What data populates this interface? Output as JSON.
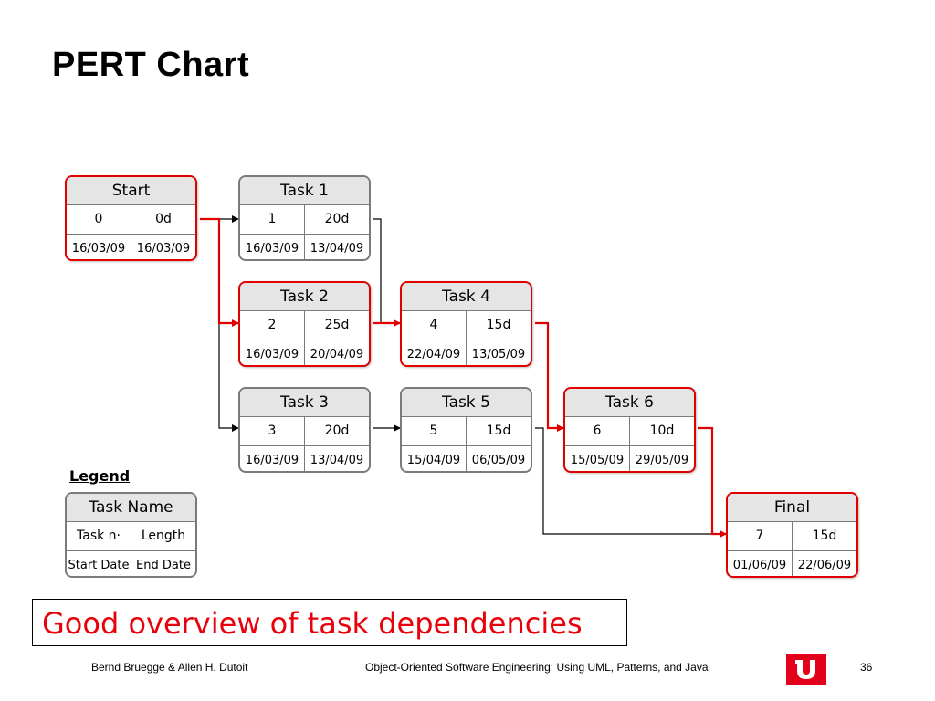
{
  "slide": {
    "title": "PERT Chart",
    "callout": "Good overview of task dependencies",
    "footer_left": "Bernd Bruegge & Allen H. Dutoit",
    "footer_center": "Object-Oriented Software Engineering: Using UML, Patterns, and Java",
    "page_number": "36"
  },
  "colors": {
    "critical": "#e10000",
    "normal": "#7a7a7a",
    "header_fill": "#e5e5e5",
    "callout_text": "#e8000b",
    "logo": "#e2001a"
  },
  "tasks": {
    "start": {
      "name": "Start",
      "num": "0",
      "length": "0d",
      "start": "16/03/09",
      "end": "16/03/09",
      "critical": true
    },
    "task1": {
      "name": "Task 1",
      "num": "1",
      "length": "20d",
      "start": "16/03/09",
      "end": "13/04/09",
      "critical": false
    },
    "task2": {
      "name": "Task 2",
      "num": "2",
      "length": "25d",
      "start": "16/03/09",
      "end": "20/04/09",
      "critical": true
    },
    "task3": {
      "name": "Task 3",
      "num": "3",
      "length": "20d",
      "start": "16/03/09",
      "end": "13/04/09",
      "critical": false
    },
    "task4": {
      "name": "Task 4",
      "num": "4",
      "length": "15d",
      "start": "22/04/09",
      "end": "13/05/09",
      "critical": true
    },
    "task5": {
      "name": "Task 5",
      "num": "5",
      "length": "15d",
      "start": "15/04/09",
      "end": "06/05/09",
      "critical": false
    },
    "task6": {
      "name": "Task 6",
      "num": "6",
      "length": "10d",
      "start": "15/05/09",
      "end": "29/05/09",
      "critical": true
    },
    "final": {
      "name": "Final",
      "num": "7",
      "length": "15d",
      "start": "01/06/09",
      "end": "22/06/09",
      "critical": true
    }
  },
  "legend": {
    "title": "Legend",
    "name": "Task Name",
    "num": "Task n·",
    "length": "Length",
    "start": "Start Date",
    "end": "End Date"
  },
  "dependencies": [
    {
      "from": "Start",
      "to": "Task 1",
      "critical": false
    },
    {
      "from": "Start",
      "to": "Task 2",
      "critical": true
    },
    {
      "from": "Start",
      "to": "Task 3",
      "critical": false
    },
    {
      "from": "Task 1",
      "to": "Task 4",
      "critical": false
    },
    {
      "from": "Task 2",
      "to": "Task 4",
      "critical": true
    },
    {
      "from": "Task 3",
      "to": "Task 5",
      "critical": false
    },
    {
      "from": "Task 4",
      "to": "Task 6",
      "critical": true
    },
    {
      "from": "Task 5",
      "to": "Final",
      "critical": false
    },
    {
      "from": "Task 6",
      "to": "Final",
      "critical": true
    }
  ]
}
